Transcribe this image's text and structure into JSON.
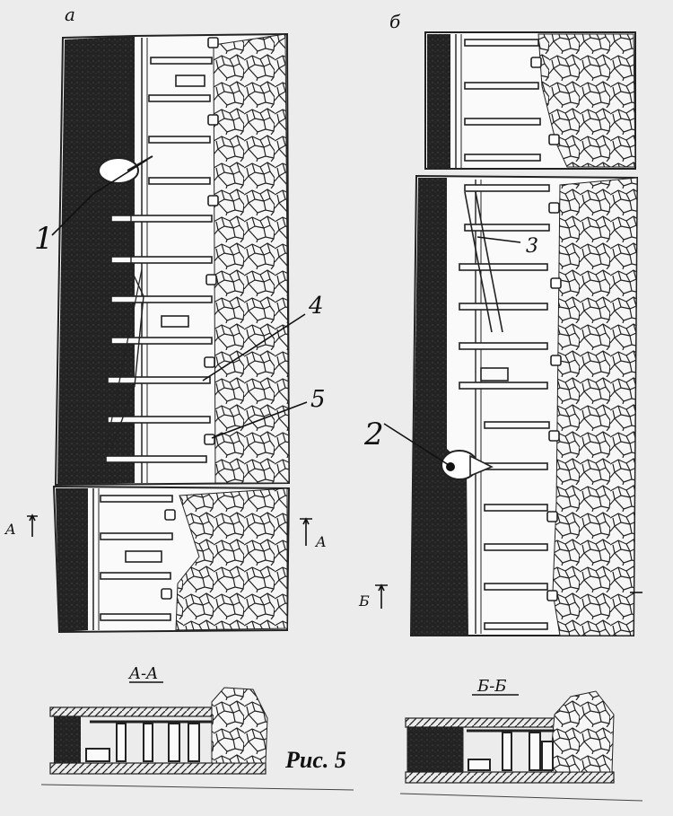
{
  "labels": {
    "fig_a": "а",
    "fig_b": "б",
    "n1": "1",
    "n2": "2",
    "n3": "3",
    "n4": "4",
    "n5": "5",
    "sec_a_left": "A",
    "sec_a_right": "A",
    "sec_b_left": "Б",
    "section_aa": "A-A",
    "section_bb": "Б-Б",
    "caption": "Рис. 5"
  },
  "colors": {
    "paper": "#ececec",
    "ink": "#1a1a1a",
    "coal": "#222222",
    "rock_fill": "#f4f4f4"
  }
}
